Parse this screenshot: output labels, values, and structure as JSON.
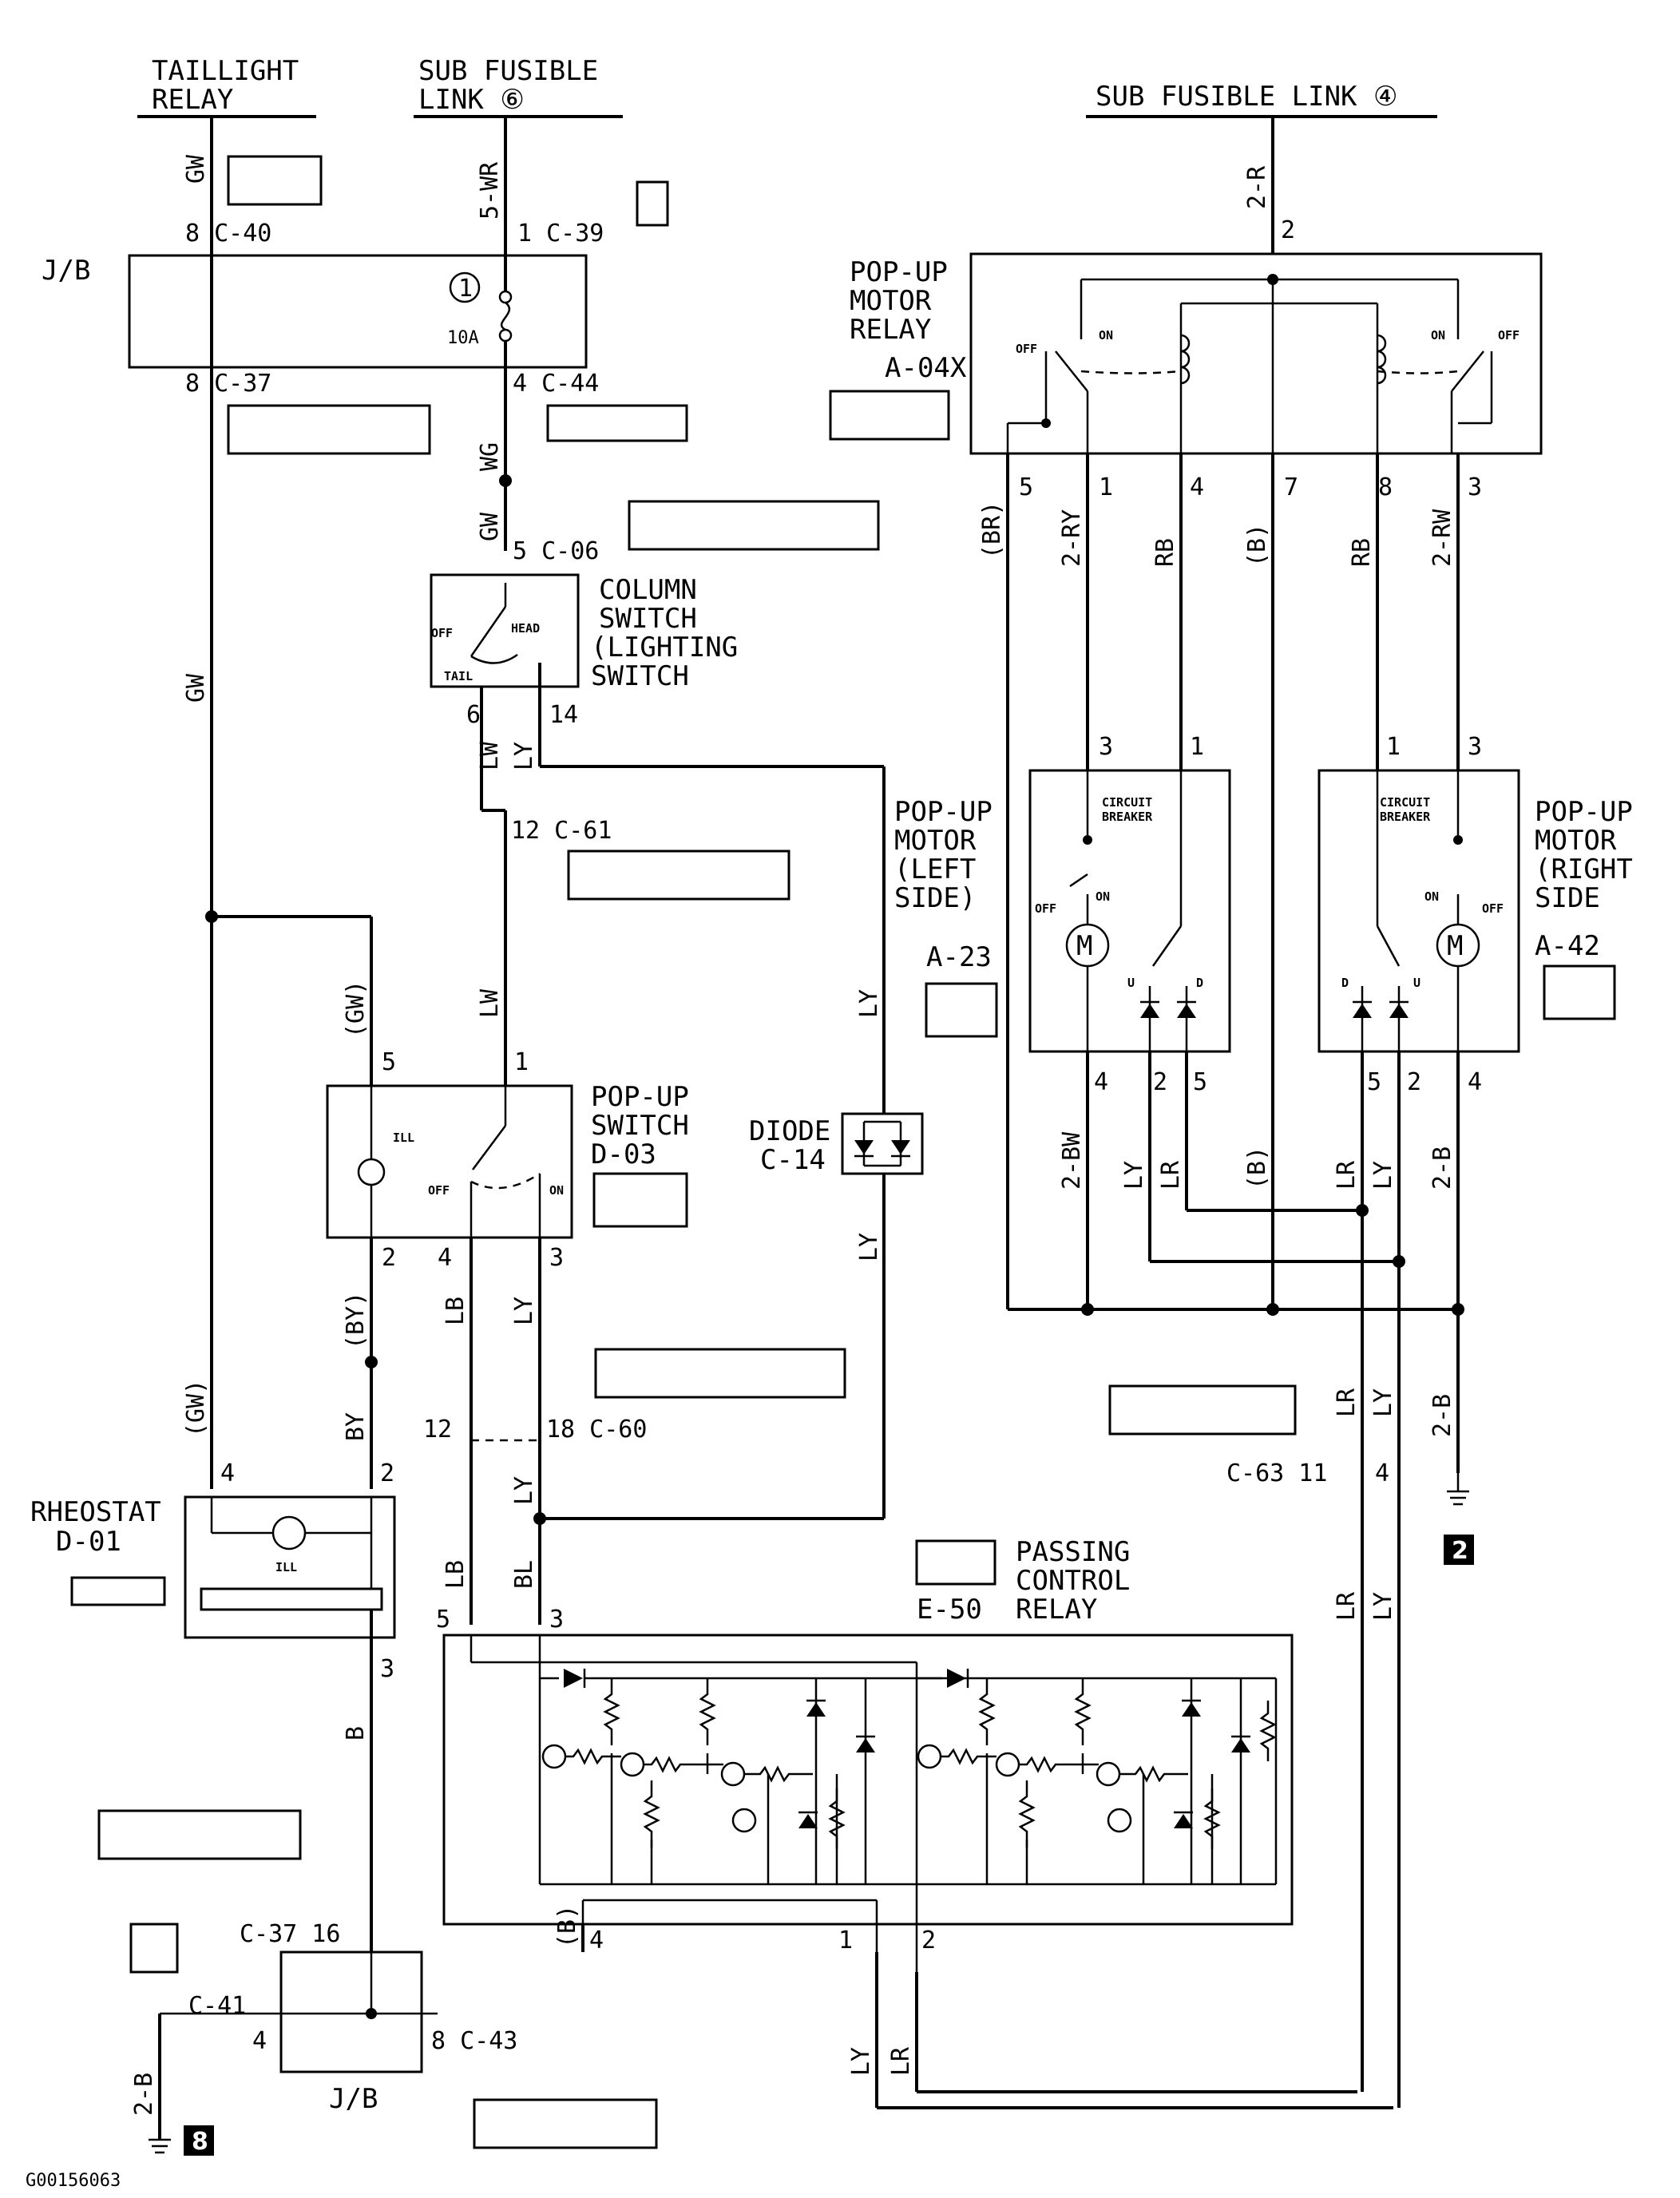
{
  "diagram": {
    "code": "G00156063",
    "sources": {
      "taillight_relay": "TAILLIGHT\nRELAY",
      "sub_fusible_6": "SUB FUSIBLE\nLINK ⑥",
      "sub_fusible_4": "SUB FUSIBLE LINK ④"
    },
    "components": {
      "jb_top": "J/B",
      "jb_bottom": "J/B",
      "fuse_number": "1",
      "fuse_rating": "10A",
      "column_switch": "COLUMN\nSWITCH\n(LIGHTING\nSWITCH",
      "column_switch_states": {
        "off": "OFF",
        "head": "HEAD",
        "tail": "TAIL"
      },
      "popup_switch": "POP-UP\nSWITCH\nD-03",
      "popup_switch_ill": "ILL",
      "popup_switch_states": {
        "off": "OFF",
        "on": "ON"
      },
      "rheostat": "RHEOSTAT\nD-01",
      "rheostat_ill": "ILL",
      "diode": "DIODE\nC-14",
      "relay": "POP-UP\nMOTOR\nRELAY",
      "relay_code": "A-04X",
      "relay_states": {
        "off": "OFF",
        "on": "ON"
      },
      "motor_left": "POP-UP\nMOTOR\n(LEFT\nSIDE)",
      "motor_left_code": "A-23",
      "motor_right": "POP-UP\nMOTOR\n(RIGHT\nSIDE",
      "motor_right_code": "A-42",
      "circuit_breaker": "CIRCUIT\nBREAKER",
      "motor_symbol": "M",
      "motor_states": {
        "off": "OFF",
        "on": "ON",
        "u": "U",
        "d": "D"
      },
      "passing_relay": "PASSING\nCONTROL\nRELAY",
      "passing_relay_code": "E-50",
      "ground_2": "2",
      "ground_8": "8"
    },
    "connectors": {
      "c40": "8 C-40",
      "c39": "1 C-39",
      "c37_top": "8 C-37",
      "c44": "4 C-44",
      "c06": "5 C-06",
      "c61": "12 C-61",
      "c60_pin12": "12",
      "c60": "18 C-60",
      "c63": "C-63 11",
      "c63_pin4": "4",
      "c37_bottom": "C-37 16",
      "c41": "C-41",
      "c43": "8 C-43",
      "c41_pin": "4"
    },
    "pins": {
      "cs_6": "6",
      "cs_14": "14",
      "ps_5": "5",
      "ps_1": "1",
      "ps_2": "2",
      "ps_4": "4",
      "ps_3": "3",
      "rh_4": "4",
      "rh_2": "2",
      "rh_3": "3",
      "pr_5": "5",
      "pr_3": "3",
      "pr_4": "4",
      "pr_1": "1",
      "pr_2": "2",
      "relay_2": "2",
      "relay_5": "5",
      "relay_1": "1",
      "relay_4": "4",
      "relay_7": "7",
      "relay_8": "8",
      "relay_3": "3",
      "ml_3": "3",
      "ml_1": "1",
      "ml_4": "4",
      "ml_2": "2",
      "ml_5": "5",
      "mr_1": "1",
      "mr_3": "3",
      "mr_5": "5",
      "mr_2": "2",
      "mr_4": "4"
    },
    "wires": {
      "gw": "GW",
      "gw_paren": "(GW)",
      "wr5": "5-WR",
      "wg": "WG",
      "lw": "LW",
      "ly": "LY",
      "by_paren": "(BY)",
      "by": "BY",
      "lb": "LB",
      "bl": "BL",
      "b": "B",
      "b_paren": "(B)",
      "b2": "2-B",
      "r2": "2-R",
      "br_paren": "(BR)",
      "ry2": "2-RY",
      "rb": "RB",
      "rw2": "2-RW",
      "bw2": "2-BW",
      "lr": "LR"
    }
  }
}
